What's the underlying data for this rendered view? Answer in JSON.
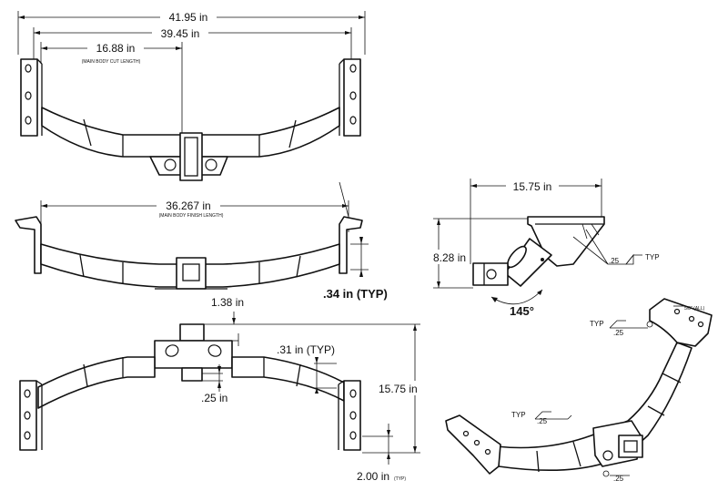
{
  "top_view": {
    "overall_width": "41.95 in",
    "bracket_span": "39.45 in",
    "main_body_cut": "16.88 in",
    "main_body_cut_note": "(MAIN BODY CUT LENGTH)"
  },
  "front_view": {
    "finish_length": "36.267 in",
    "finish_length_note": "(MAIN BODY FINISH LENGTH)",
    "flange_thickness": ".34 in (TYP)"
  },
  "side_view": {
    "length": "15.75 in",
    "height": "8.28 in",
    "angle": "145°",
    "weld_size": ".25",
    "weld_note": "TYP"
  },
  "plan_view": {
    "receiver_offset": "1.38 in",
    "plate_thickness": ".31 in (TYP)",
    "tab_size": ".25 in",
    "depth": "15.75 in",
    "hole_offset": "2.00 in",
    "hole_offset_note": "(TYP)"
  },
  "iso_view": {
    "weld_note_1": "TYP",
    "weld_size_1": ".25",
    "weld_note_2": "TYP",
    "weld_size_2": ".25",
    "weld_size_3": ".25",
    "bracket_note": "5/8\" (ALL)"
  }
}
